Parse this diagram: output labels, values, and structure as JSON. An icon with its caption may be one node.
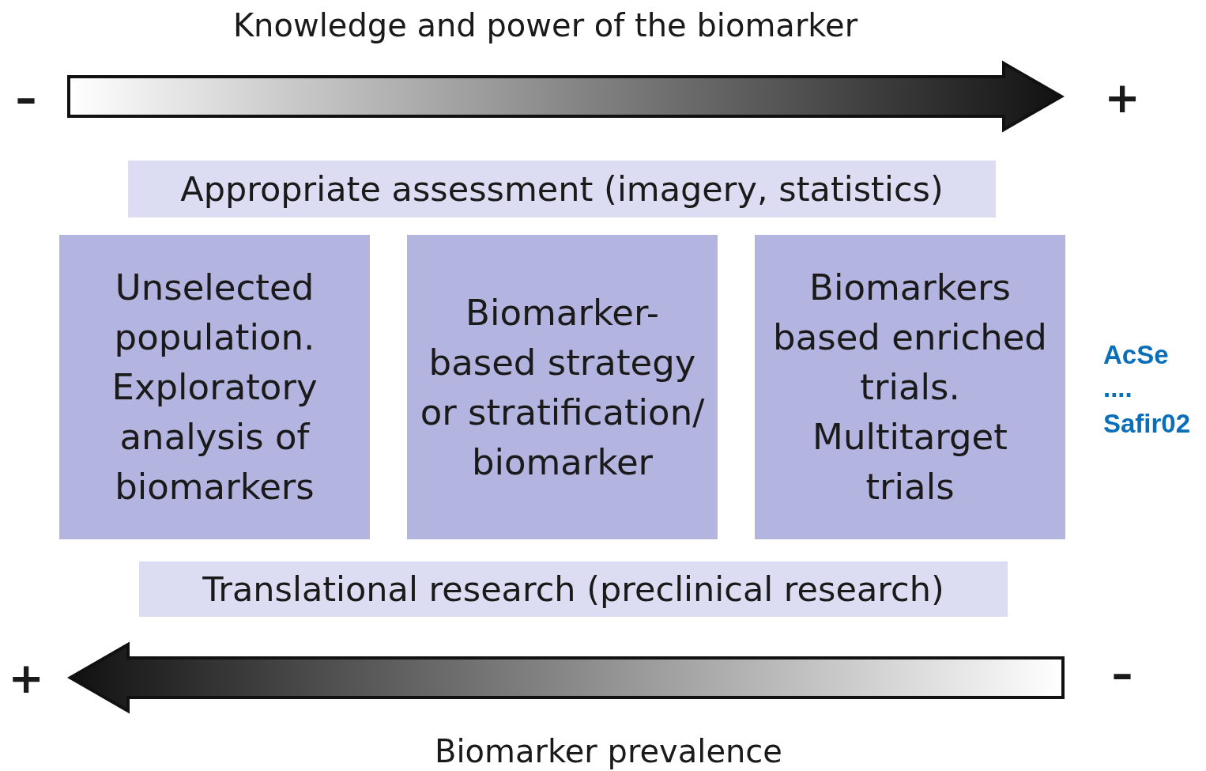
{
  "diagram": {
    "nodes": [
      {
        "text": [
          "Appropriate assessment (imagery, statistics)"
        ]
      },
      {
        "text": [
          "Unselected population. Exploratory analysis of biomarkers"
        ]
      },
      {
        "text": [
          "Biomarker-based strategy or stratification/ biomarker"
        ]
      },
      {
        "text": [
          "Biomarkers based enriched trials. Multitarget trials"
        ]
      },
      {
        "text": [
          "Translational research (preclinical research)"
        ]
      }
    ],
    "labels": [
      "Knowledge and power of the biomarker",
      "–",
      "+",
      "AcSe",
      "....",
      "Safir02",
      "+",
      "–",
      "Biomarker prevalence"
    ]
  }
}
